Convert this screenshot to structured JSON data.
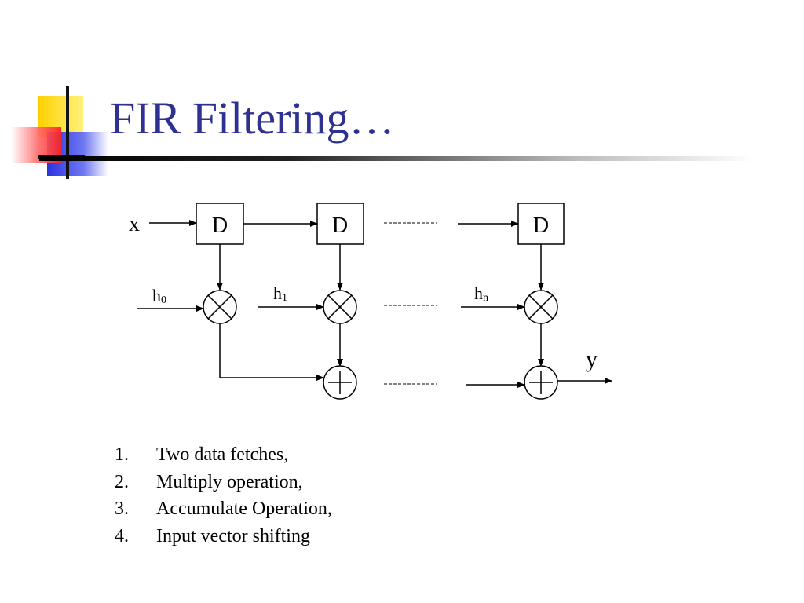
{
  "slide": {
    "title": "FIR Filtering…"
  },
  "diagram": {
    "input_label": "x",
    "output_label": "y",
    "delay_blocks": [
      "D",
      "D",
      "D"
    ],
    "coefficients": [
      {
        "base": "h",
        "sub": "0"
      },
      {
        "base": "h",
        "sub": "1"
      },
      {
        "base": "h",
        "sub": "n"
      }
    ]
  },
  "steps": [
    {
      "num": "1.",
      "text": "Two data fetches,"
    },
    {
      "num": "2.",
      "text": "Multiply operation,"
    },
    {
      "num": "3.",
      "text": "Accumulate Operation,"
    },
    {
      "num": "4.",
      "text": "Input vector shifting"
    }
  ],
  "colors": {
    "title": "#2E3192",
    "logo_yellow": "#FFD700",
    "logo_red": "#FF3333",
    "logo_blue": "#2E3BE0"
  }
}
